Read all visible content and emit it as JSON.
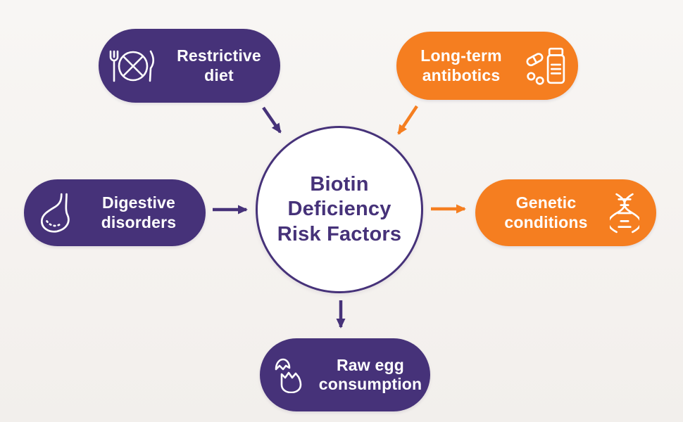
{
  "title": "Biotin Deficiency Risk Factors",
  "center": {
    "lines": [
      "Biotin",
      "Deficiency",
      "Risk Factors"
    ]
  },
  "nodes": [
    {
      "label": "Restrictive diet",
      "icon": "no-food-plate-icon",
      "color": "#463279",
      "position": "top-left"
    },
    {
      "label": "Long-term antibotics",
      "icon": "pills-bottle-icon",
      "color": "#f57e20",
      "position": "top-right"
    },
    {
      "label": "Digestive disorders",
      "icon": "stomach-icon",
      "color": "#463279",
      "position": "left"
    },
    {
      "label": "Genetic conditions",
      "icon": "dna-icon",
      "color": "#f57e20",
      "position": "right"
    },
    {
      "label": "Raw egg consumption",
      "icon": "cracked-egg-icon",
      "color": "#463279",
      "position": "bottom"
    }
  ],
  "colors": {
    "purple": "#463279",
    "orange": "#f57e20",
    "background": "#f6f3f0",
    "circle_fill": "#ffffff",
    "circle_border": "#463279",
    "pill_text": "#ffffff"
  }
}
